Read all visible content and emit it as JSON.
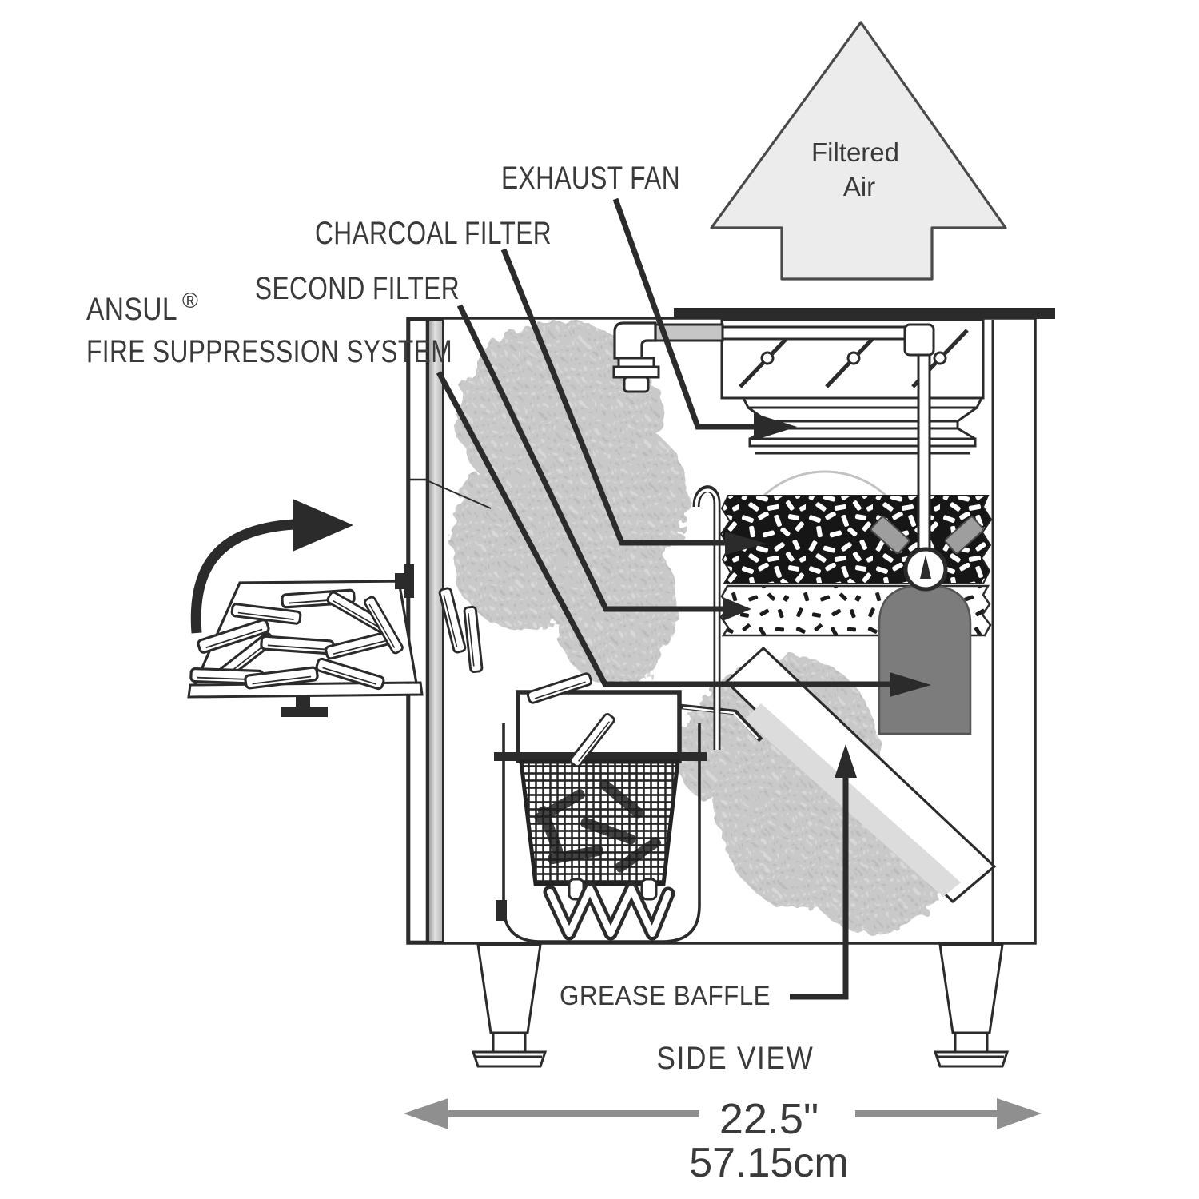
{
  "title": "Ventless fryer side view diagram",
  "labels": {
    "exhaust_fan": "EXHAUST FAN",
    "charcoal_filter": "CHARCOAL FILTER",
    "second_filter": "SECOND FILTER",
    "ansul": "ANSUL",
    "ansul_reg": "®",
    "fire_suppression": "FIRE SUPPRESSION SYSTEM",
    "filtered_air_line1": "Filtered",
    "filtered_air_line2": "Air",
    "grease_baffle": "GREASE BAFFLE",
    "side_view": "SIDE VIEW"
  },
  "dimensions": {
    "width_inches": "22.5\"",
    "width_cm": "57.15cm"
  },
  "colors": {
    "outline": "#2b2b2b",
    "cyan": "#3cc0d6",
    "smoke_gray": "#c9c9c9",
    "tank_gray": "#7c7c7c",
    "dimension_gray": "#8f8f8f",
    "arrow_fill": "#ececec"
  }
}
